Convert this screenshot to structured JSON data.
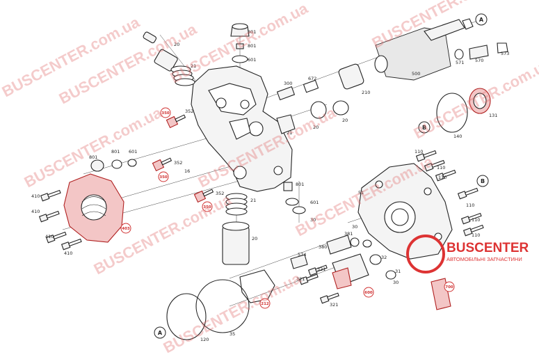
{
  "watermarks": [
    "BUSCENTER.com.ua",
    "BUSCENTER.com.ua",
    "BUSCENTER.com.ua",
    "BUSCENTER.com.ua",
    "BUSCENTER.com.ua",
    "BUSCENTER.com.ua",
    "BUSCENTER.com.ua",
    "BUSCENTER.com.ua",
    "BUSCENTER.com.ua",
    "BUSCENTER.com.ua"
  ],
  "logo": {
    "title": "BUSCENTER",
    "subtitle": "АВТОМОБІЛЬНІ ЗАПЧАСТИНИ"
  },
  "refs": {
    "a_top": "A",
    "b_mid": "B",
    "b_right": "B",
    "a_bottom": "A"
  },
  "callouts": [
    "350",
    "350",
    "350",
    "403",
    "212",
    "600",
    "700"
  ],
  "labels": {
    "n20_tappet": "20",
    "n21_spring": "21",
    "n801_a": "801",
    "n801_b": "801",
    "n601": "601",
    "n300": "300",
    "n672": "672",
    "n210": "210",
    "n20_ring": "20",
    "n21_spring2": "21",
    "n20_roller": "20",
    "n500": "500",
    "n571": "571",
    "n570": "570",
    "n573": "573",
    "n131": "131",
    "n140": "140",
    "n352_a": "352",
    "n352_b": "352",
    "n352_c": "352",
    "n16": "16",
    "n801_l": "801",
    "n601_l": "601",
    "n801_m": "801",
    "n410_a": "410",
    "n410_b": "410",
    "n410_c": "410",
    "n410_d": "410",
    "n801_c": "801",
    "n601_c": "601",
    "n30_c": "30",
    "n21_lower": "21",
    "n20_lower": "20",
    "n110_a": "110",
    "n110_b": "110",
    "n110_c": "110",
    "n110_d": "110",
    "n110_e": "110",
    "n110_f": "110",
    "n30_r": "30",
    "n381": "381",
    "n380": "380",
    "n574": "574",
    "n321_a": "321",
    "n321_b": "321",
    "n321_c": "321",
    "n32": "32",
    "n31": "31",
    "n30_b": "30",
    "n120": "120",
    "n35": "35",
    "n51": "51"
  }
}
